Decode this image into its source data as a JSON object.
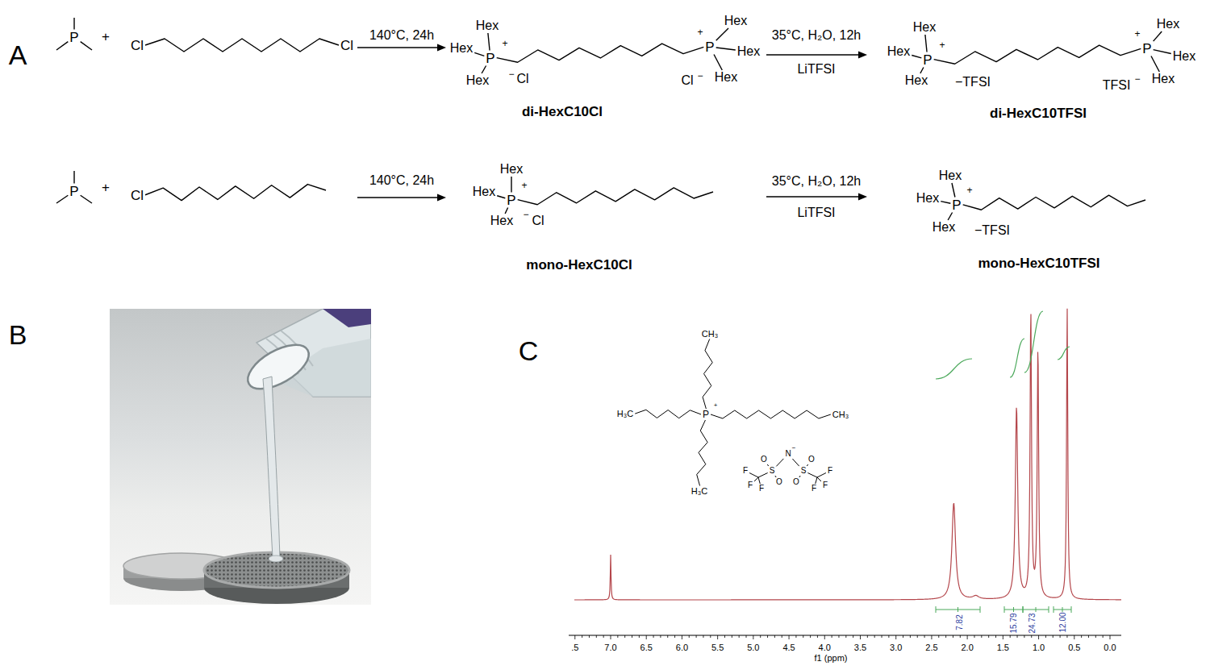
{
  "diagram": {
    "labels": [
      "A",
      "P",
      "+",
      "Cl",
      "Cl",
      "140°C, 24h",
      "Hex",
      "Hex",
      "+",
      "P",
      "Hex",
      "−",
      "Cl",
      "+",
      "P",
      "Hex",
      "Hex",
      "Cl",
      "−",
      "Hex",
      "di-HexC10Cl",
      "35°C, H₂O, 12h",
      "LiTFSI",
      "Hex",
      "Hex",
      "+",
      "P",
      "Hex",
      "−TFSI",
      "+",
      "P",
      "Hex",
      "Hex",
      "TFSI",
      "−",
      "Hex",
      "di-HexC10TFSI",
      "P",
      "+",
      "Cl",
      "140°C, 24h",
      "Hex",
      "Hex",
      "+",
      "P",
      "Hex",
      "−",
      "Cl",
      "mono-HexC10Cl",
      "35°C, H₂O, 12h",
      "LiTFSI",
      "Hex",
      "Hex",
      "+",
      "P",
      "Hex",
      "−TFSI",
      "mono-HexC10TFSI",
      "B",
      "C",
      "CH₃",
      "H₃C",
      "P",
      "+",
      "CH₃",
      "H₃C",
      "F",
      "F",
      "F",
      "O",
      "O",
      "S",
      "N",
      "−",
      "S",
      "O",
      "O",
      "F",
      "F",
      "F",
      ".5",
      "7.0",
      "6.5",
      "6.0",
      "5.5",
      "5.0",
      "4.5",
      "4.0",
      "3.5",
      "3.0",
      "2.5",
      "2.0",
      "1.5",
      "1.0",
      "0.5",
      "0.0",
      "f1 (ppm)",
      "7.82",
      "15.79",
      "24.73",
      "12.00"
    ]
  }
}
